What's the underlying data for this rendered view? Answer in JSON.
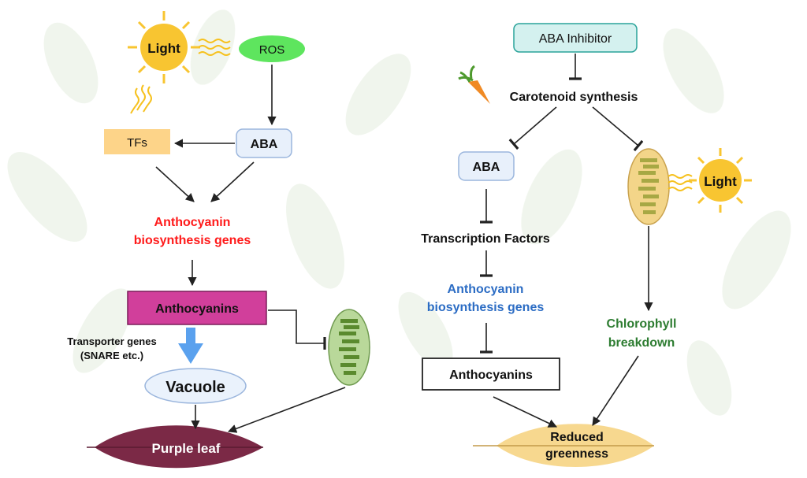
{
  "left_panel": {
    "light_label": "Light",
    "ros_label": "ROS",
    "aba_label": "ABA",
    "tfs_label": "TFs",
    "genes_line1": "Anthocyanin",
    "genes_line2": "biosynthesis genes",
    "anthocyanins_label": "Anthocyanins",
    "transporter_line1": "Transporter genes",
    "transporter_line2": "(SNARE etc.)",
    "vacuole_label": "Vacuole",
    "leaf_label": "Purple leaf"
  },
  "right_panel": {
    "inhibitor_label": "ABA Inhibitor",
    "carotenoid_label": "Carotenoid synthesis",
    "aba_label": "ABA",
    "tf_label": "Transcription Factors",
    "genes_line1": "Anthocyanin",
    "genes_line2": "biosynthesis genes",
    "anthocyanins_label": "Anthocyanins",
    "light_label": "Light",
    "chlorophyll_line1": "Chlorophyll",
    "chlorophyll_line2": "breakdown",
    "leaf_line1": "Reduced",
    "leaf_line2": "greenness"
  },
  "colors": {
    "red_text": "#ff1a1a",
    "blue_text": "#2b6cc4",
    "green_text": "#2e7d32",
    "tfs_fill": "#fdd489",
    "aba_fill": "#e8f0fb",
    "ros_fill": "#5ee55e",
    "anthocyanin_fill": "#d13f9b",
    "inhibitor_fill": "#d4f1ef",
    "inhibitor_stroke": "#2aa39a",
    "sun": "#f8c531",
    "purple_leaf": "#7b2946",
    "pale_leaf": "#f7d88f",
    "chloroplast_green": "#b9d89a",
    "background_foliage": "#eef4ea"
  }
}
